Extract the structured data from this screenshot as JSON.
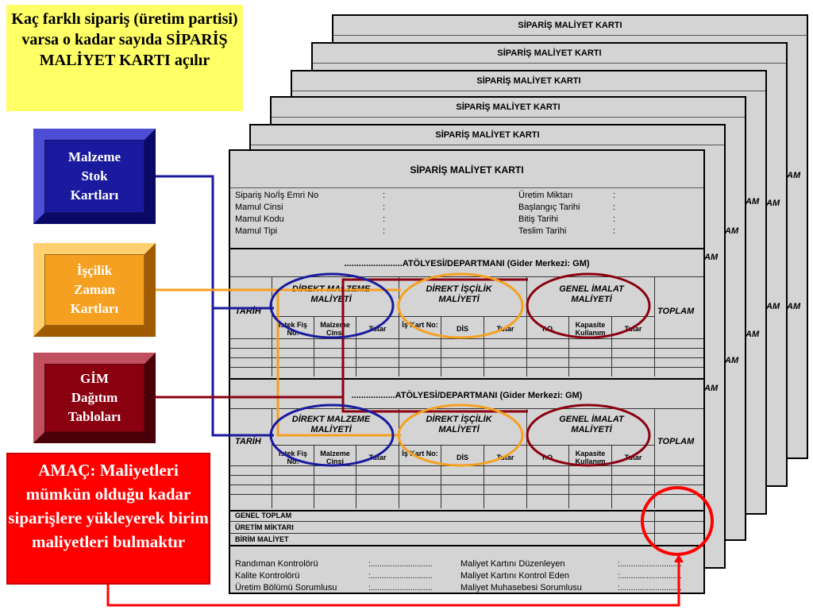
{
  "note_top": "Kaç farklı sipariş (üretim partisi)  varsa o kadar sayıda SİPARİŞ MALİYET KARTI açılır",
  "boxes": {
    "malzeme": "Malzeme Stok Kartları",
    "iscilik": "İşçilik Zaman Kartları",
    "gim": "GİM Dağıtım Tabloları"
  },
  "amac": "AMAÇ: Maliyetleri mümkün olduğu kadar siparişlere yükleyerek birim maliyetleri bulmaktır",
  "card_title": "SİPARİŞ MALİYET KARTI",
  "back_fragment": "AM",
  "header_left": [
    "Sipariş No/İş Emri No",
    "Mamul Cinsi",
    "Mamul Kodu",
    "Mamul Tipi"
  ],
  "header_right": [
    "Üretim Miktarı",
    "Başlangıç Tarihi",
    "Bitiş Tarihi",
    "Teslim Tarihi"
  ],
  "colon": ":",
  "dept_title": "........................ATÖLYESİ/DEPARTMANI (Gider Merkezi: GM)",
  "dept_title2": "..................ATÖLYESİ/DEPARTMANI (Gider Merkezi: GM)",
  "groups": {
    "tarih": "TARİH",
    "dm": "DİREKT MALZEME MALİYETİ",
    "di": "DİREKT İŞÇİLİK MALİYETİ",
    "gim": "GENEL İMALAT MALİYETİ",
    "toplam": "TOPLAM"
  },
  "subcols": {
    "dm": [
      "İstek Fiş No:",
      "Malzeme Cinsi",
      "Tutar"
    ],
    "di": [
      "İş Kart No:",
      "DİS",
      "Tutar"
    ],
    "gim": [
      "Y.O.",
      "Kapasite Kullanım",
      "Tutar"
    ]
  },
  "totals": [
    "GENEL TOPLAM",
    "ÜRETİM MİKTARI",
    "BİRİM MALİYET"
  ],
  "footer_left": [
    "Randıman Kontrolörü",
    "Kalite Kontrolörü",
    "Üretim Bölümü Sorumlusu"
  ],
  "footer_right": [
    "Maliyet Kartını Düzenleyen",
    "Maliyet Kartını Kontrol Eden",
    "Maliyet Muhasebesi Sorumlusu"
  ],
  "dots": ":............................",
  "colors": {
    "malzeme": "#1a1a9e",
    "iscilik": "#f5a020",
    "gim": "#8b0010",
    "red": "#ff0000",
    "note_bg": "#ffff66"
  }
}
